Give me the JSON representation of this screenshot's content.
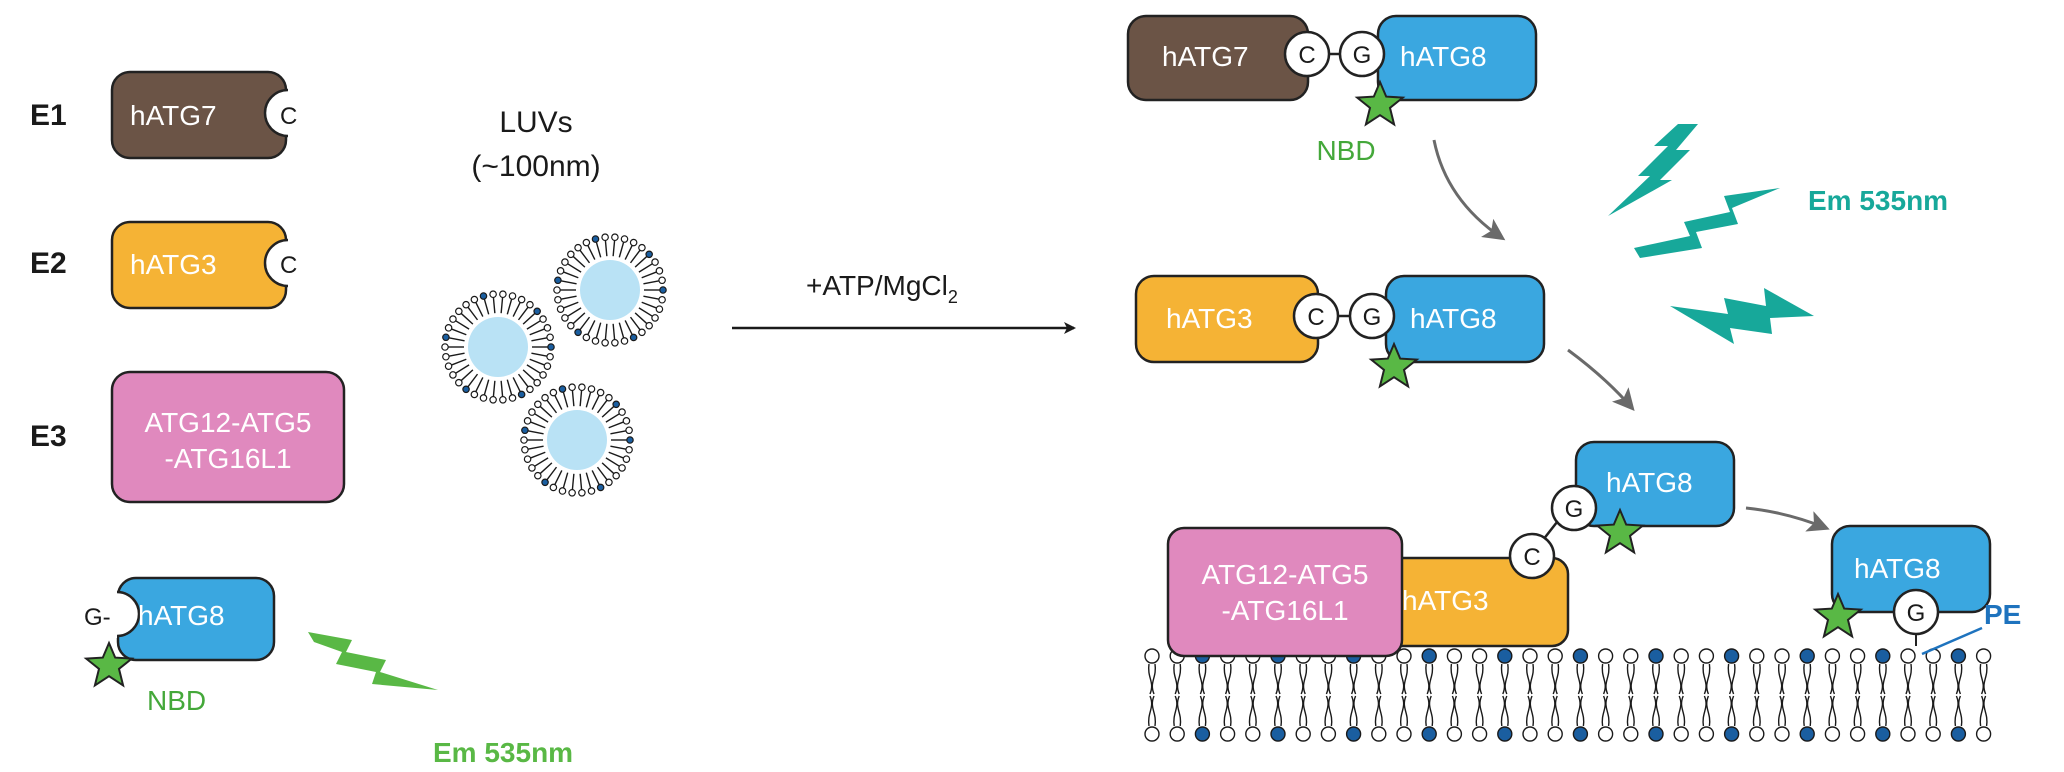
{
  "colors": {
    "atg7": "#6b5446",
    "atg3": "#f5b335",
    "atg8": "#3aa7e0",
    "e3": "#e089be",
    "nbd_green": "#59b845",
    "nbd_text": "#44a83a",
    "teal": "#17a89a",
    "pe_blue": "#1e73be",
    "vesicle_core": "#b9e2f5",
    "lipid_head": "#1a5ea0",
    "arrow_gray": "#6a6a6a"
  },
  "left_panel": {
    "e1": {
      "tag": "E1",
      "protein": "hATG7",
      "residue": "C"
    },
    "e2": {
      "tag": "E2",
      "protein": "hATG3",
      "residue": "C"
    },
    "e3": {
      "tag": "E3",
      "line1": "ATG12-ATG5",
      "line2": "-ATG16L1"
    },
    "substrate": {
      "residue": "G-",
      "protein": "hATG8",
      "fluor": "NBD"
    },
    "emission": "Em 535nm"
  },
  "vesicles": {
    "line1": "LUVs",
    "line2": "(~100nm)"
  },
  "reaction": {
    "label_main": "+ATP/MgCl",
    "label_sub": "2"
  },
  "right_panel": {
    "step1": {
      "e1": "hATG7",
      "c": "C",
      "g": "G",
      "atg8": "hATG8",
      "fluor": "NBD"
    },
    "step2": {
      "e2": "hATG3",
      "c": "C",
      "g": "G",
      "atg8": "hATG8"
    },
    "step3": {
      "e3_line1": "ATG12-ATG5",
      "e3_line2": "-ATG16L1",
      "e2": "hATG3",
      "c": "C",
      "g": "G",
      "atg8": "hATG8"
    },
    "product": {
      "atg8": "hATG8",
      "g": "G",
      "lipid": "PE"
    },
    "emission": "Em 535nm"
  }
}
